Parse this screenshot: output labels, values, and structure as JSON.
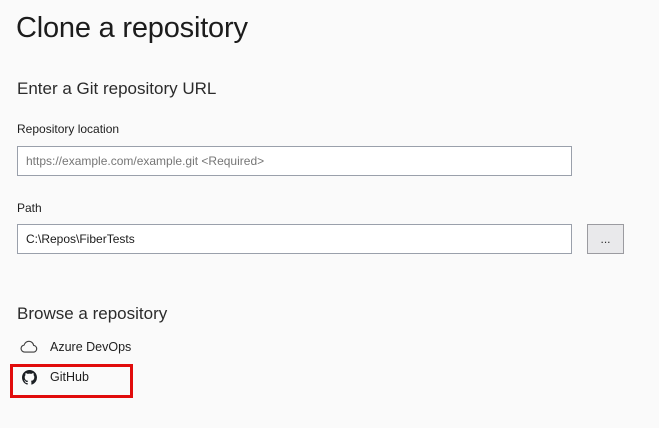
{
  "page": {
    "title": "Clone a repository"
  },
  "url_section": {
    "heading": "Enter a Git repository URL",
    "repository_location": {
      "label": "Repository location",
      "placeholder": "https://example.com/example.git <Required>",
      "value": ""
    },
    "path": {
      "label": "Path",
      "value": "C:\\Repos\\FiberTests"
    },
    "browse_button_label": "..."
  },
  "browse_section": {
    "heading": "Browse a repository",
    "items": [
      {
        "label": "Azure DevOps",
        "icon": "azure-devops-cloud-icon",
        "highlighted": false
      },
      {
        "label": "GitHub",
        "icon": "github-icon",
        "highlighted": true
      }
    ]
  },
  "annotation": {
    "type": "red-highlight-rectangle",
    "target": "GitHub",
    "color": "#e10c0c"
  },
  "colors": {
    "background": "#fafafa",
    "input_border": "#9aa0ab",
    "input_background": "#ffffff",
    "placeholder_text": "#767676",
    "primary_text": "#1e1e1e",
    "button_background": "#e9e9eb"
  }
}
